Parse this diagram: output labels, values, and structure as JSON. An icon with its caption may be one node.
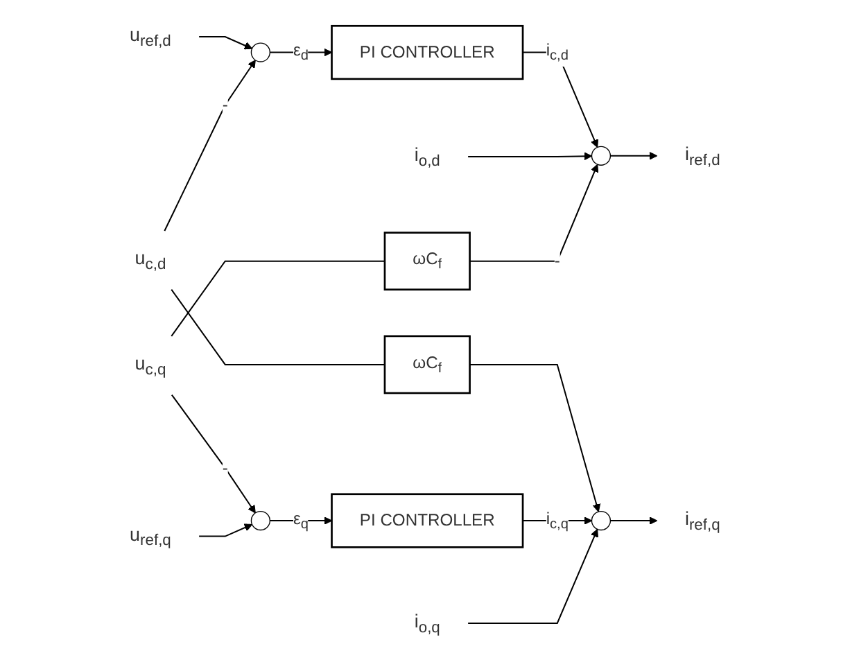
{
  "diagram": {
    "nodes": [
      {
        "text": [
          "u$_{ref,d}$"
        ]
      },
      {
        "text": [
          "u$_{c,d}$"
        ]
      },
      {
        "text": [],
        "shape": "circle"
      },
      {
        "text": [
          "PI CONTROLLER"
        ]
      },
      {
        "text": [
          "i$_{o,d}$"
        ]
      },
      {
        "text": [],
        "shape": "circle"
      },
      {
        "text": [
          "i$_{ref,d}$"
        ]
      },
      {
        "text": [
          "ωC$_{f}$"
        ]
      },
      {
        "text": [
          "ωC$_{f}$"
        ]
      },
      {
        "text": [
          "u$_{c,q}$"
        ]
      },
      {
        "text": [],
        "shape": "circle"
      },
      {
        "text": [
          "PI CONTROLLER"
        ]
      },
      {
        "text": [],
        "shape": "circle"
      },
      {
        "text": [
          "i$_{ref,q}$"
        ]
      },
      {
        "text": [
          "u$_{ref,q}$"
        ]
      },
      {
        "text": [
          "i$_{o,q}$"
        ]
      }
    ],
    "edges": [
      {
        "from": 0,
        "to": 2,
        "arrow": "to"
      },
      {
        "from": 1,
        "to": 2,
        "arrow": "to",
        "label": "-"
      },
      {
        "from": 2,
        "to": 3,
        "arrow": "to",
        "label": "ε$_{d}$"
      },
      {
        "from": 3,
        "to": 5,
        "arrow": "to",
        "label": "i$_{c,d}$"
      },
      {
        "from": 4,
        "to": 5,
        "arrow": "to"
      },
      {
        "from": 5,
        "to": 6,
        "arrow": "to"
      },
      {
        "from": 1,
        "to": 7,
        "arrow": "none"
      },
      {
        "from": 7,
        "to": 12,
        "arrow": "to"
      },
      {
        "from": 9,
        "to": 8,
        "arrow": "none"
      },
      {
        "from": 8,
        "to": 5,
        "arrow": "to",
        "label": "-"
      },
      {
        "from": 9,
        "to": 10,
        "arrow": "to",
        "label": "-"
      },
      {
        "from": 14,
        "to": 10,
        "arrow": "to"
      },
      {
        "from": 10,
        "to": 11,
        "arrow": "to",
        "label": "ε$_{q}$"
      },
      {
        "from": 11,
        "to": 12,
        "arrow": "to",
        "label": "i$_{c,q}$"
      },
      {
        "from": 15,
        "to": 12,
        "arrow": "to"
      },
      {
        "from": 12,
        "to": 13,
        "arrow": "to"
      }
    ]
  }
}
